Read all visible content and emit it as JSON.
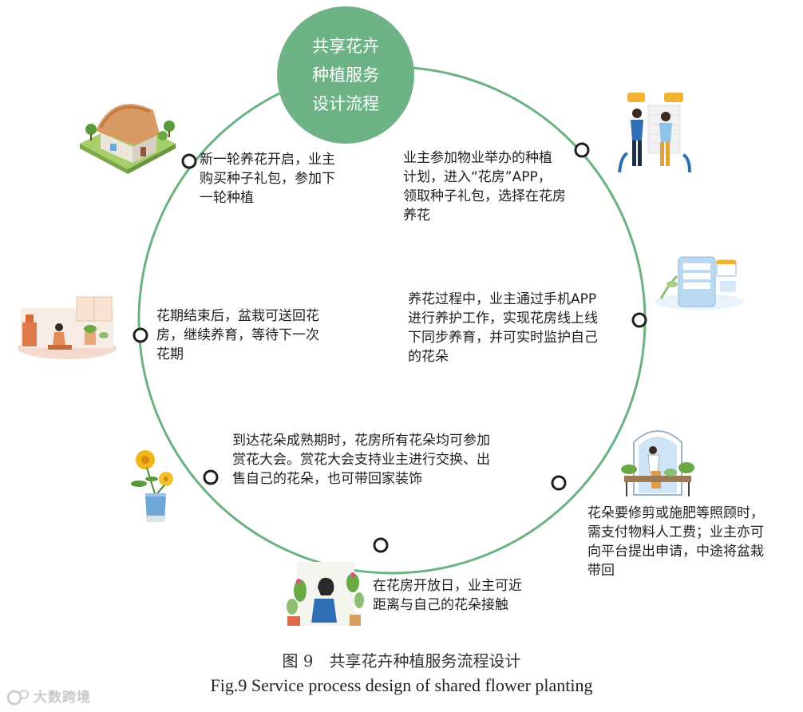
{
  "center_title": [
    "共享花卉",
    "种植服务",
    "设计流程"
  ],
  "steps": [
    {
      "id": "join-plan",
      "lines": [
        "业主参加物业举办的种植",
        "计划，进入“花房”APP，",
        "领取种子礼包，选择在花房",
        "养花"
      ]
    },
    {
      "id": "online-care",
      "lines": [
        "养花过程中，业主通过手机APP",
        "进行养护工作，实现花房线上线",
        "下同步养育，并可实时监护自己",
        "的花朵"
      ]
    },
    {
      "id": "prune-fertilize",
      "lines": [
        "花朵要修剪或施肥等照顾时，",
        "需支付物料人工费；业主亦可",
        "向平台提出申请，中途将盆栽",
        "带回"
      ]
    },
    {
      "id": "open-day",
      "lines": [
        "在花房开放日，业主可近",
        "距离与自己的花朵接触"
      ]
    },
    {
      "id": "flower-show",
      "lines": [
        "到达花朵成熟期时，花房所有花朵均可参加",
        "赏花大会。赏花大会支持业主进行交换、出",
        "售自己的花朵，也可带回家装饰"
      ]
    },
    {
      "id": "send-back",
      "lines": [
        "花期结束后，盆栽可送回花",
        "房，继续养育，等待下一次",
        "花期"
      ]
    },
    {
      "id": "new-round",
      "lines": [
        "新一轮养花开启，业主",
        "购买种子礼包，参加下",
        "一轮种植"
      ]
    }
  ],
  "caption_cn": "图 9　共享花卉种植服务流程设计",
  "caption_en": "Fig.9 Service process design of shared flower planting",
  "watermark": "大数跨境",
  "colors": {
    "circle_stroke": "#6ab282",
    "title_fill": "#6db386",
    "node_stroke": "#1f1f1f"
  },
  "illustrations": [
    "house-illustration",
    "chat-people-illustration",
    "phone-app-illustration",
    "window-gardener-illustration",
    "watering-person-illustration",
    "yellow-flower-vase-illustration",
    "relaxing-person-illustration"
  ]
}
